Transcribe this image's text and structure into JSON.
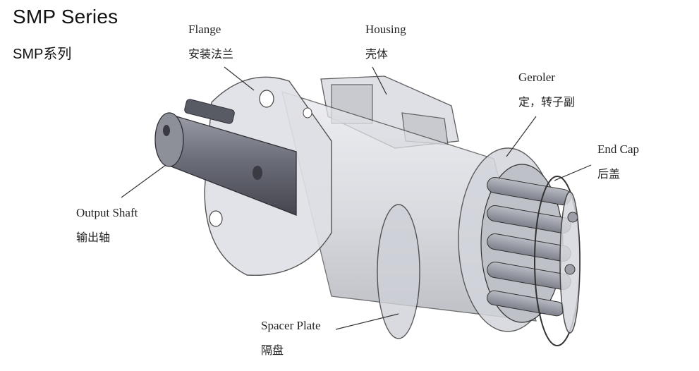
{
  "title": "SMP Series",
  "subtitle": "SMP系列",
  "labels": {
    "flange": {
      "en": "Flange",
      "zh": "安装法兰"
    },
    "housing": {
      "en": "Housing",
      "zh": "壳体"
    },
    "geroler": {
      "en": "Geroler",
      "zh": "定，转子副"
    },
    "endcap": {
      "en": "End Cap",
      "zh": "后盖"
    },
    "shaft": {
      "en": "Output Shaft",
      "zh": "输出轴"
    },
    "spacer": {
      "en": "Spacer Plate",
      "zh": "隔盘"
    }
  },
  "colors": {
    "outline": "#3a3a3a",
    "body": "#c9cbd2",
    "shaft": "#6b6d78",
    "leader": "#333333"
  }
}
